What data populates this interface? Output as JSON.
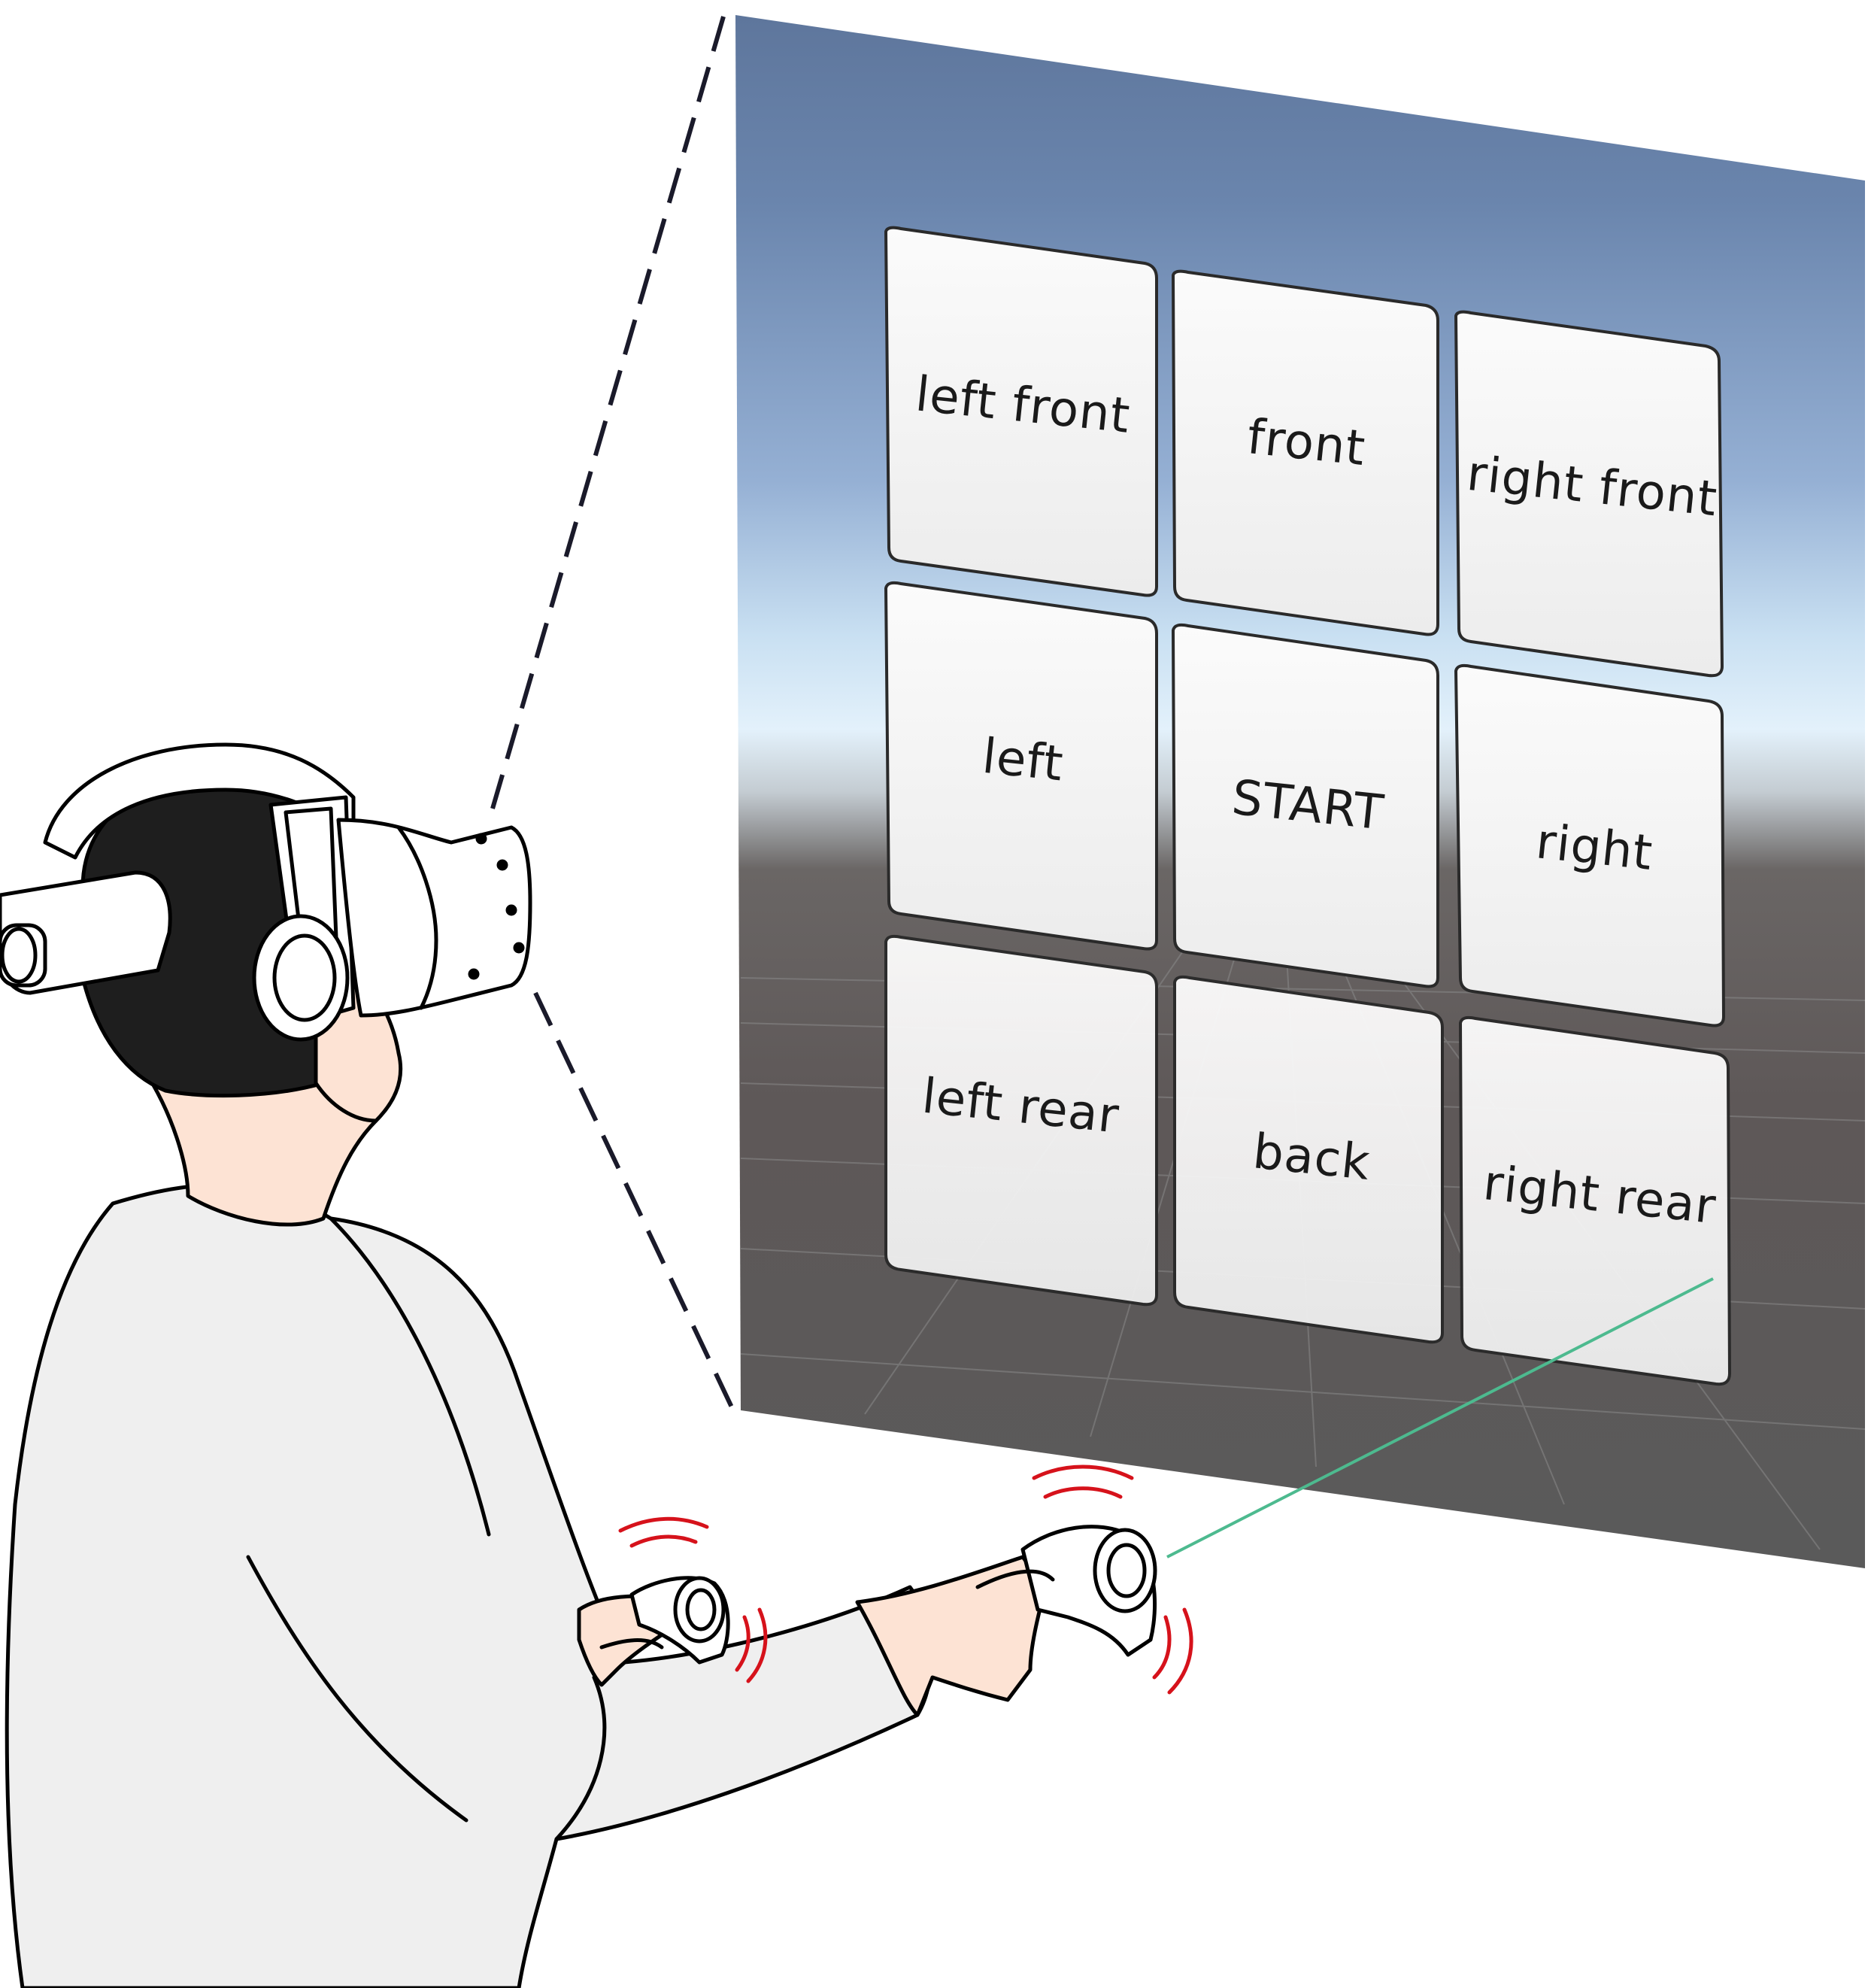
{
  "buttons": [
    {
      "label": "left front"
    },
    {
      "label": "front"
    },
    {
      "label": "right front"
    },
    {
      "label": "left"
    },
    {
      "label": "START"
    },
    {
      "label": "right"
    },
    {
      "label": "left rear"
    },
    {
      "label": "back"
    },
    {
      "label": "right rear"
    }
  ],
  "colors": {
    "sky_top": "#5f779d",
    "sky_horizon": "#dfeffa",
    "floor": "#5b5b5b",
    "button_face": "#f4f4f4",
    "laser_ray": "#4dba8f",
    "vibration": "#d6121b",
    "skin": "#fde3d4",
    "shirt": "#efefef",
    "hair": "#1e1e1e"
  },
  "icons": {
    "headset": "vr-headset-icon",
    "controller_left": "vr-controller-left-icon",
    "controller_right": "vr-controller-right-icon"
  }
}
